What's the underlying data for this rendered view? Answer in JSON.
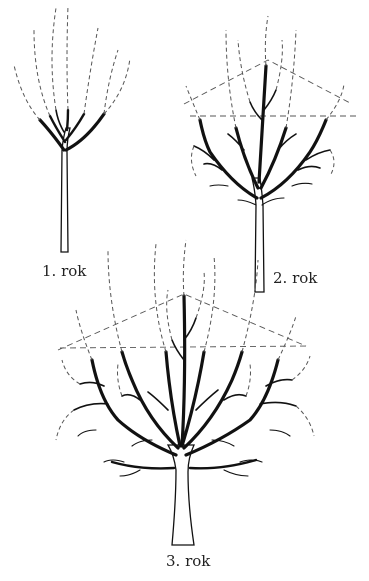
{
  "labels": {
    "year1": "1. rok",
    "year2": "2. rok",
    "year3": "3. rok"
  }
}
